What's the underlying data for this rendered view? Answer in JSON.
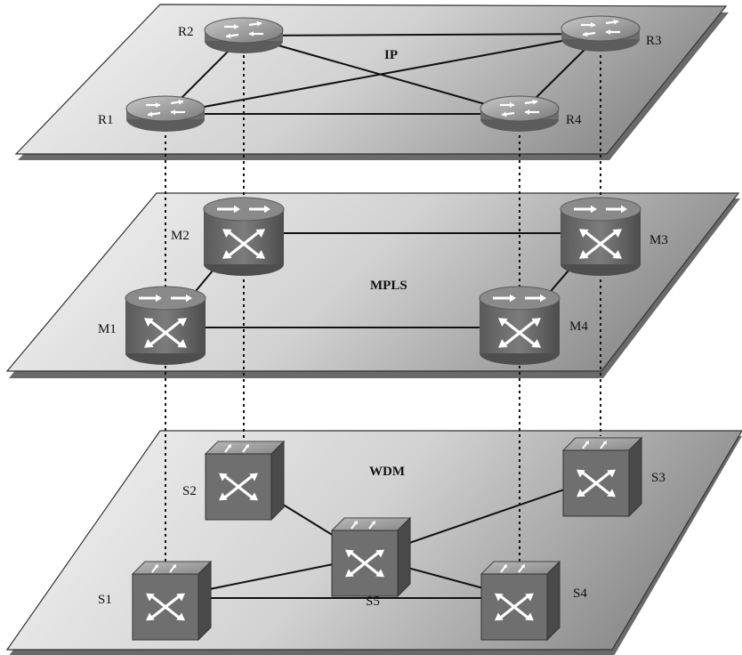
{
  "layers": {
    "ip": {
      "name": "IP"
    },
    "mpls": {
      "name": "MPLS"
    },
    "wdm": {
      "name": "WDM"
    }
  },
  "routers": [
    {
      "id": "R1",
      "label": "R1"
    },
    {
      "id": "R2",
      "label": "R2"
    },
    {
      "id": "R3",
      "label": "R3"
    },
    {
      "id": "R4",
      "label": "R4"
    }
  ],
  "mpls_nodes": [
    {
      "id": "M1",
      "label": "M1"
    },
    {
      "id": "M2",
      "label": "M2"
    },
    {
      "id": "M3",
      "label": "M3"
    },
    {
      "id": "M4",
      "label": "M4"
    }
  ],
  "wdm_switches": [
    {
      "id": "S1",
      "label": "S1"
    },
    {
      "id": "S2",
      "label": "S2"
    },
    {
      "id": "S3",
      "label": "S3"
    },
    {
      "id": "S4",
      "label": "S4"
    },
    {
      "id": "S5",
      "label": "S5"
    }
  ],
  "ip_links": [
    [
      "R1",
      "R2"
    ],
    [
      "R1",
      "R3"
    ],
    [
      "R1",
      "R4"
    ],
    [
      "R2",
      "R3"
    ],
    [
      "R2",
      "R4"
    ],
    [
      "R3",
      "R4"
    ]
  ],
  "mpls_links": [
    [
      "M1",
      "M2"
    ],
    [
      "M1",
      "M4"
    ],
    [
      "M2",
      "M3"
    ],
    [
      "M3",
      "M4"
    ]
  ],
  "wdm_links": [
    [
      "S1",
      "S5"
    ],
    [
      "S1",
      "S4"
    ],
    [
      "S2",
      "S5"
    ],
    [
      "S5",
      "S3"
    ],
    [
      "S5",
      "S4"
    ]
  ],
  "cross_layer_mappings": [
    [
      "R1",
      "M1",
      "S1"
    ],
    [
      "R2",
      "M2",
      "S2"
    ],
    [
      "R4",
      "M4",
      "S4"
    ],
    [
      "R3",
      "M3",
      "S3"
    ]
  ],
  "colors": {
    "plane_fill_light": "#f2f2f2",
    "plane_fill_dark": "#9a9a9a",
    "plane_edge": "#555555",
    "device_body": "#6e6e6e",
    "device_top": "#9c9c9c",
    "device_dark": "#4a4a4a",
    "arrow": "#ffffff",
    "link": "#111111"
  }
}
